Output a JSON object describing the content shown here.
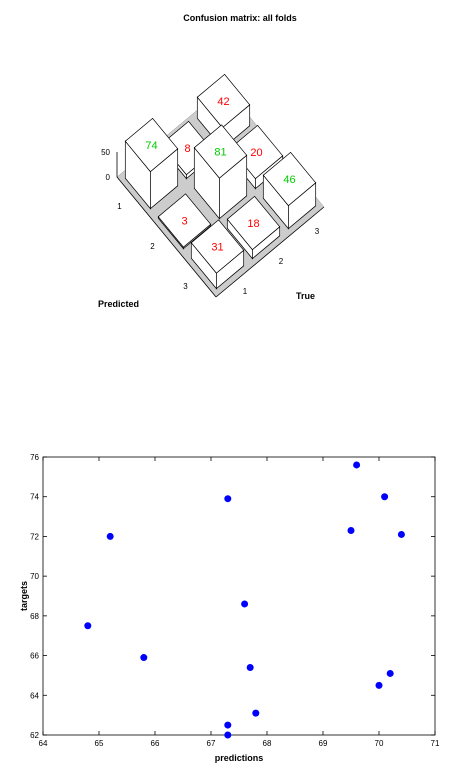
{
  "chart_data": [
    {
      "type": "bar3d",
      "title": "Confusion matrix: all folds",
      "xlabel": "Predicted",
      "ylabel": "True",
      "z_ticks": [
        "50",
        "0"
      ],
      "predicted_ticks": [
        "1",
        "2",
        "3"
      ],
      "true_ticks": [
        "1",
        "2",
        "3"
      ],
      "cells": [
        {
          "predicted": 1,
          "true": 1,
          "value": 74
        },
        {
          "predicted": 1,
          "true": 2,
          "value": 8
        },
        {
          "predicted": 1,
          "true": 3,
          "value": 42
        },
        {
          "predicted": 2,
          "true": 1,
          "value": 3
        },
        {
          "predicted": 2,
          "true": 2,
          "value": 81
        },
        {
          "predicted": 2,
          "true": 3,
          "value": 20
        },
        {
          "predicted": 3,
          "true": 1,
          "value": 31
        },
        {
          "predicted": 3,
          "true": 2,
          "value": 18
        },
        {
          "predicted": 3,
          "true": 3,
          "value": 46
        }
      ],
      "colors": {
        "diagonal": "#00cc00",
        "off_diagonal": "#ff0000",
        "floor": "#cccccc"
      }
    },
    {
      "type": "scatter",
      "title": "",
      "xlabel": "predictions",
      "ylabel": "targets",
      "xlim": [
        64,
        71
      ],
      "ylim": [
        62,
        76
      ],
      "xticks": [
        64,
        65,
        66,
        67,
        68,
        69,
        70,
        71
      ],
      "yticks": [
        62,
        64,
        66,
        68,
        70,
        72,
        74,
        76
      ],
      "color": "#0000ff",
      "points": [
        {
          "x": 64.8,
          "y": 67.5
        },
        {
          "x": 65.2,
          "y": 72.0
        },
        {
          "x": 65.8,
          "y": 65.9
        },
        {
          "x": 67.3,
          "y": 73.9
        },
        {
          "x": 67.3,
          "y": 62.5
        },
        {
          "x": 67.3,
          "y": 62.0
        },
        {
          "x": 67.6,
          "y": 68.6
        },
        {
          "x": 67.7,
          "y": 65.4
        },
        {
          "x": 67.8,
          "y": 63.1
        },
        {
          "x": 69.5,
          "y": 72.3
        },
        {
          "x": 69.6,
          "y": 75.6
        },
        {
          "x": 70.0,
          "y": 64.5
        },
        {
          "x": 70.1,
          "y": 74.0
        },
        {
          "x": 70.2,
          "y": 65.1
        },
        {
          "x": 70.4,
          "y": 72.1
        }
      ]
    }
  ]
}
